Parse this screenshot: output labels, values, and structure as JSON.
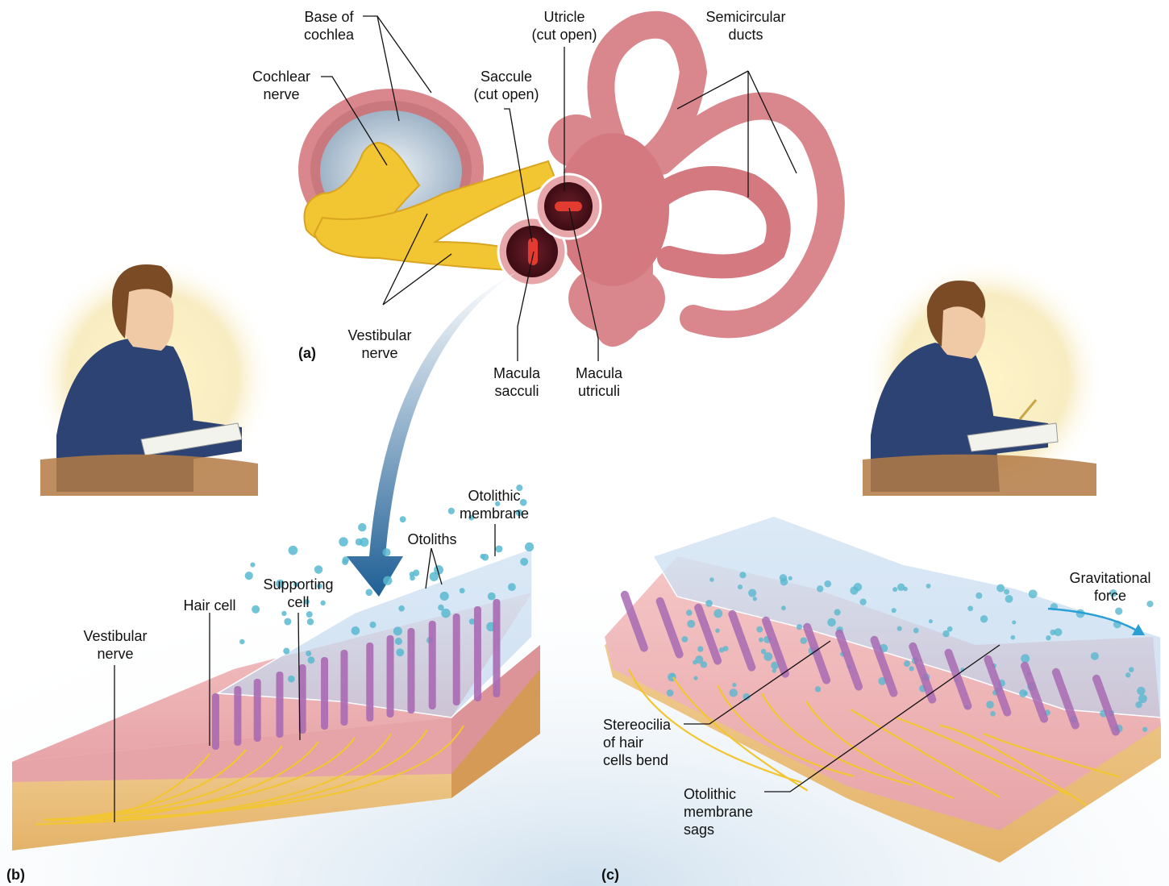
{
  "labels": {
    "base_of_cochlea": "Base of\ncochlea",
    "cochlear_nerve": "Cochlear\nnerve",
    "utricle": "Utricle\n(cut open)",
    "saccule": "Saccule\n(cut open)",
    "semicircular_ducts": "Semicircular\nducts",
    "vestibular_nerve_a": "Vestibular\nnerve",
    "macula_sacculi": "Macula\nsacculi",
    "macula_utriculi": "Macula\nutriculi",
    "otolithic_membrane": "Otolithic\nmembrane",
    "otoliths": "Otoliths",
    "supporting_cell": "Supporting\ncell",
    "hair_cell": "Hair cell",
    "vestibular_nerve_b": "Vestibular\nnerve",
    "gravitational_force": "Gravitational\nforce",
    "stereocilia_bend": "Stereocilia\nof hair\ncells bend",
    "membrane_sags": "Otolithic\nmembrane\nsags"
  },
  "panels": {
    "a": "(a)",
    "b": "(b)",
    "c": "(c)"
  },
  "colors": {
    "labyrinth": "#d9878c",
    "labyrinth_dark": "#b9666c",
    "nerve": "#f2c532",
    "cochlea_spiral": "#b8c8d6",
    "epithelium": "#eab0b2",
    "hair_cell": "#a86ab3",
    "otolith": "#58b8d0",
    "membrane": "#c7dbef",
    "tissue": "#eec685",
    "arrow_blue": "#2e6da4",
    "force_arrow": "#2a9fd6",
    "skin": "#f0c9a6",
    "shirt": "#2c4373",
    "hair": "#7a4b25"
  },
  "icons": [
    "curved-arrow-icon",
    "person-reading-icon",
    "person-writing-icon",
    "gravity-arrow-icon"
  ]
}
